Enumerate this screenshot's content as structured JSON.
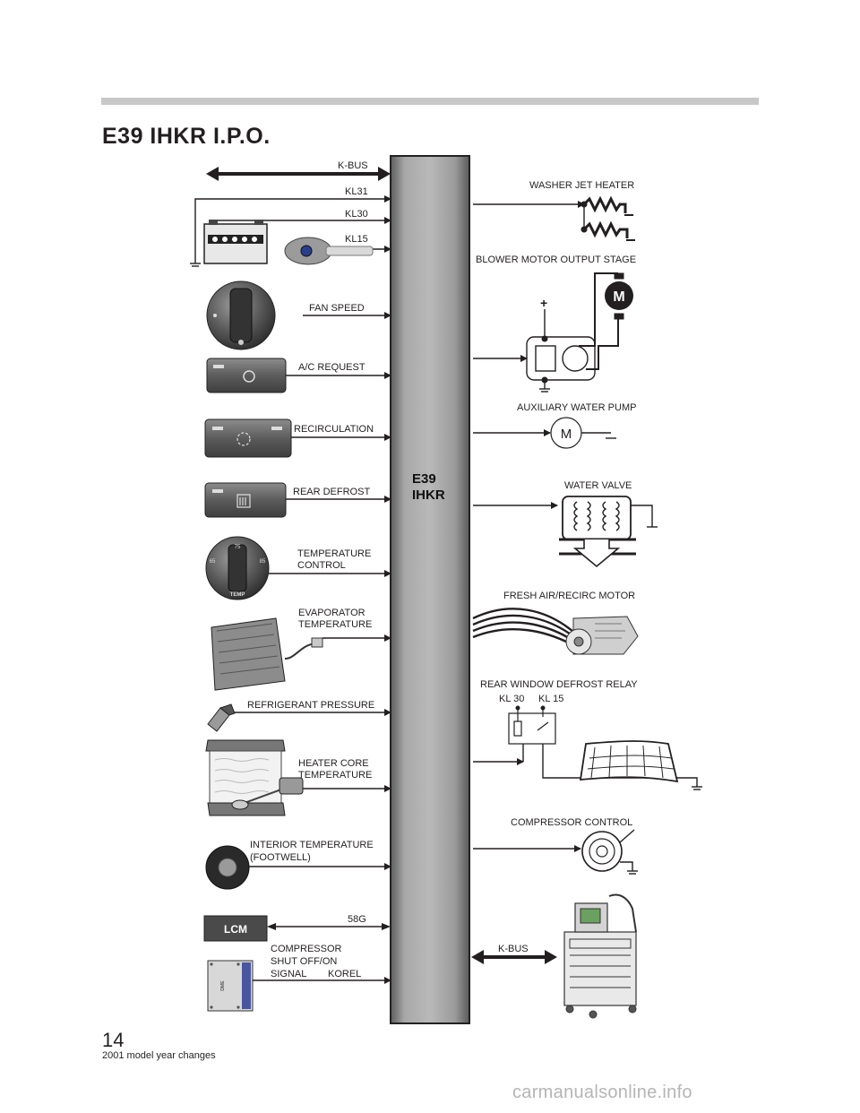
{
  "page": {
    "title": "E39 IHKR I.P.O.",
    "page_number": "14",
    "footer": "2001 model year changes",
    "watermark": "carmanualsonline.info"
  },
  "ecu": {
    "line1": "E39",
    "line2": "IHKR"
  },
  "inputs": {
    "kbus": "K-BUS",
    "kl31": "KL31",
    "kl30": "KL30",
    "kl15": "KL15",
    "fan_speed": "FAN SPEED",
    "ac_request": "A/C REQUEST",
    "recirculation": "RECIRCULATION",
    "rear_defrost": "REAR DEFROST",
    "temperature_control": [
      "TEMPERATURE",
      "CONTROL"
    ],
    "evaporator_temperature": [
      "EVAPORATOR",
      "TEMPERATURE"
    ],
    "refrigerant_pressure": "REFRIGERANT PRESSURE",
    "heater_core_temperature": [
      "HEATER CORE",
      "TEMPERATURE"
    ],
    "interior_temperature": [
      "INTERIOR TEMPERATURE",
      "(FOOTWELL)"
    ],
    "lcm_58g": "58G",
    "lcm_badge": "LCM",
    "compressor_shutoff": [
      "COMPRESSOR",
      "SHUT OFF/ON",
      "SIGNAL",
      "KOREL"
    ],
    "dme_badge": "DME",
    "temp_dial": {
      "label": "TEMP",
      "left": "65",
      "center": "75",
      "right": "85"
    }
  },
  "outputs": {
    "washer_jet_heater": "WASHER JET HEATER",
    "blower_motor_output_stage": "BLOWER MOTOR OUTPUT STAGE",
    "blower_motor_symbol": "M",
    "blower_plus": "+",
    "auxiliary_water_pump": "AUXILIARY WATER PUMP",
    "aux_pump_symbol": "M",
    "water_valve": "WATER VALVE",
    "fresh_air_recirc_motor": "FRESH AIR/RECIRC MOTOR",
    "rear_window_defrost_relay": "REAR WINDOW DEFROST RELAY",
    "relay_kl30": "KL 30",
    "relay_kl15": "KL 15",
    "compressor_control": "COMPRESSOR CONTROL",
    "kbus": "K-BUS"
  }
}
